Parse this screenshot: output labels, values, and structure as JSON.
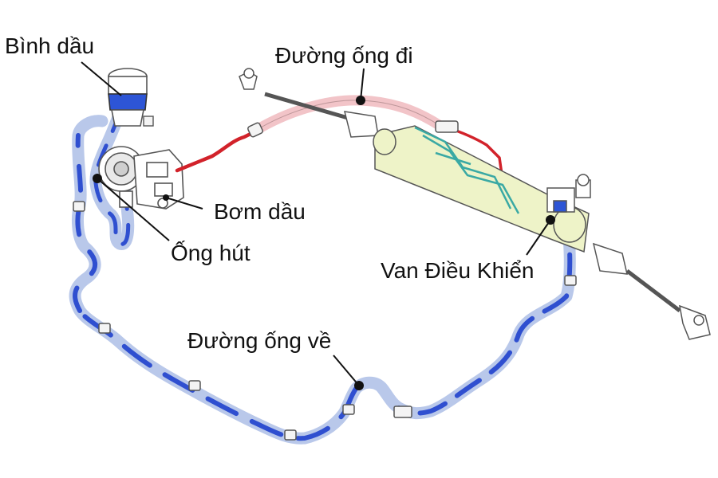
{
  "labels": {
    "reservoir": "Bình dầu",
    "pressure_line": "Đường ống đi",
    "pump": "Bơm dầu",
    "suction_hose": "Ống hút",
    "control_valve": "Van Điều Khiển",
    "return_line": "Đường ống về"
  },
  "colors": {
    "return_hose_light": "#b9c8ea",
    "return_hose_dark": "#2f4fd0",
    "pressure_hose_light": "#f2c4c8",
    "pressure_hose_dark": "#d2222a",
    "rack_body": "#eef3c8",
    "valve_lines": "#3aa9a4",
    "reservoir_cap_band": "#2d55d6",
    "outline": "#555555"
  },
  "icons": {
    "reservoir": "reservoir-icon",
    "pump": "pump-icon",
    "steering_rack": "steering-rack-icon",
    "control_valve": "control-valve-icon"
  }
}
